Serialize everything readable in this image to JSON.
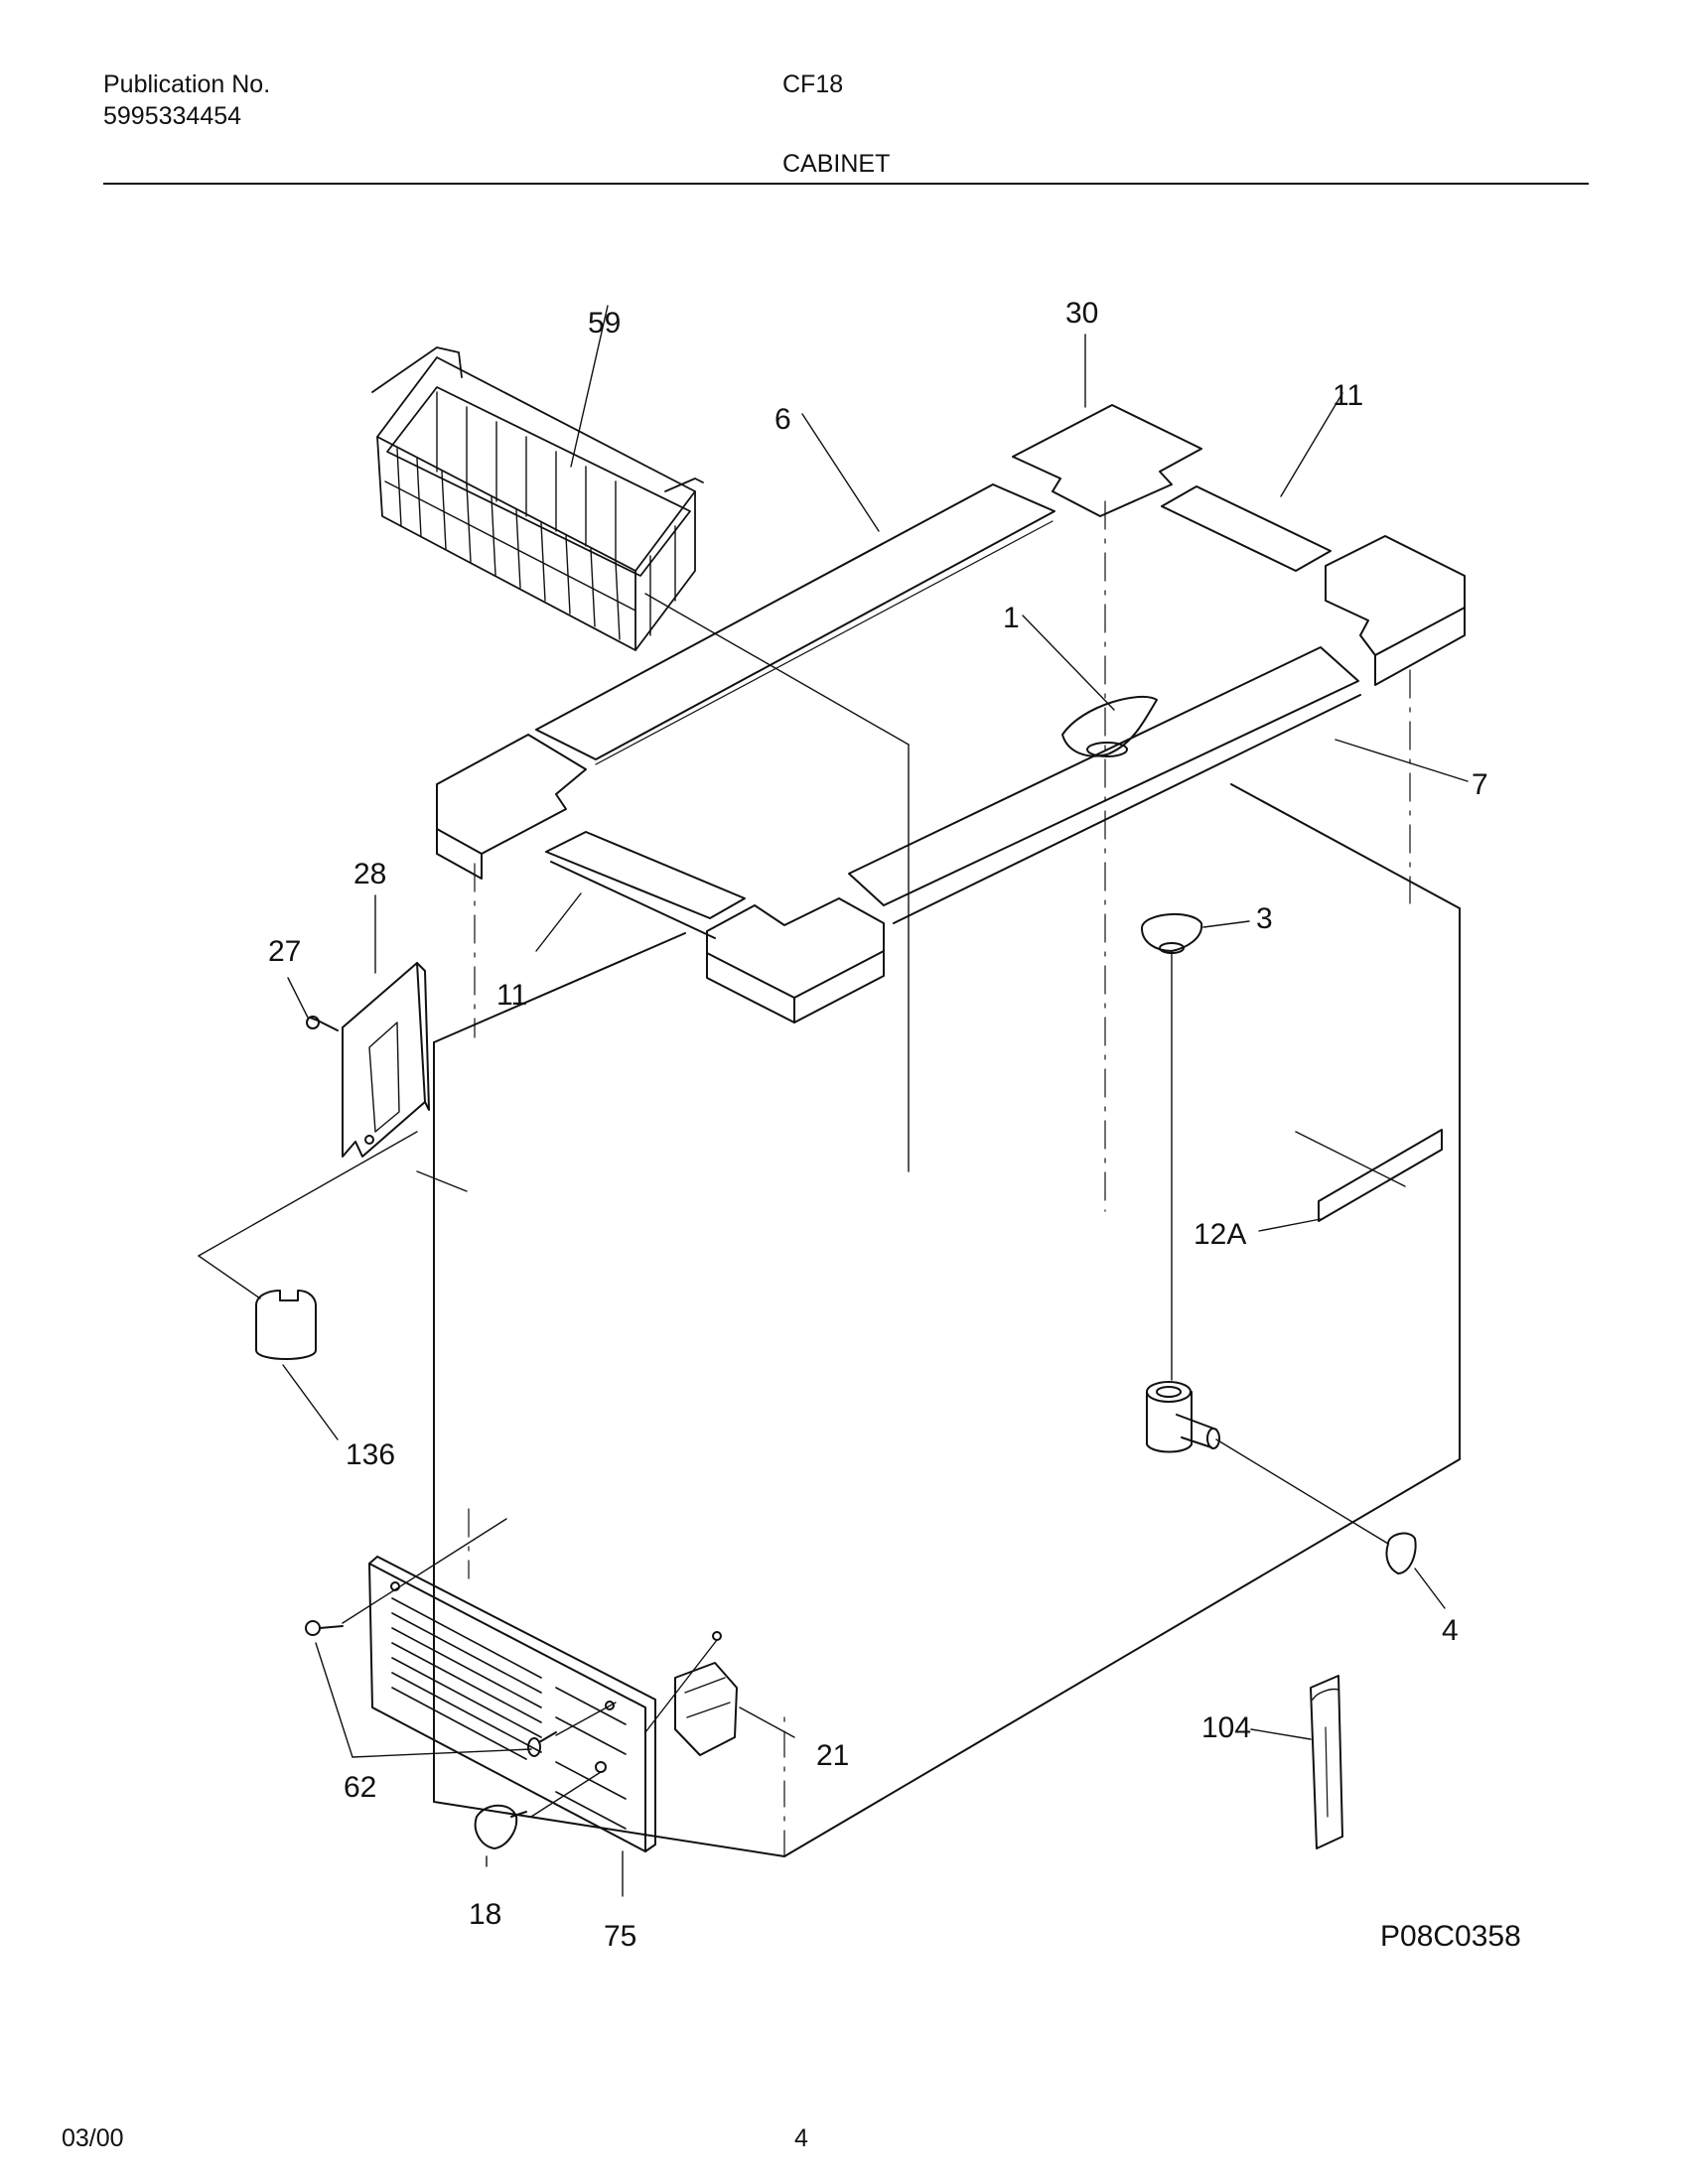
{
  "header": {
    "publication_label": "Publication No.",
    "publication_number": "5995334454",
    "model": "CF18",
    "section": "CABINET"
  },
  "callouts": {
    "c59": "59",
    "c30": "30",
    "c6": "6",
    "c11_top": "11",
    "c1": "1",
    "c7": "7",
    "c28": "28",
    "c27": "27",
    "c11_left": "11",
    "c3": "3",
    "c12A": "12A",
    "c136": "136",
    "c4": "4",
    "c104": "104",
    "c21": "21",
    "c62": "62",
    "c18": "18",
    "c75": "75"
  },
  "figure_code": "P08C0358",
  "footer": {
    "date": "03/00",
    "page": "4"
  },
  "colors": {
    "ink": "#111111",
    "paper": "#ffffff"
  }
}
